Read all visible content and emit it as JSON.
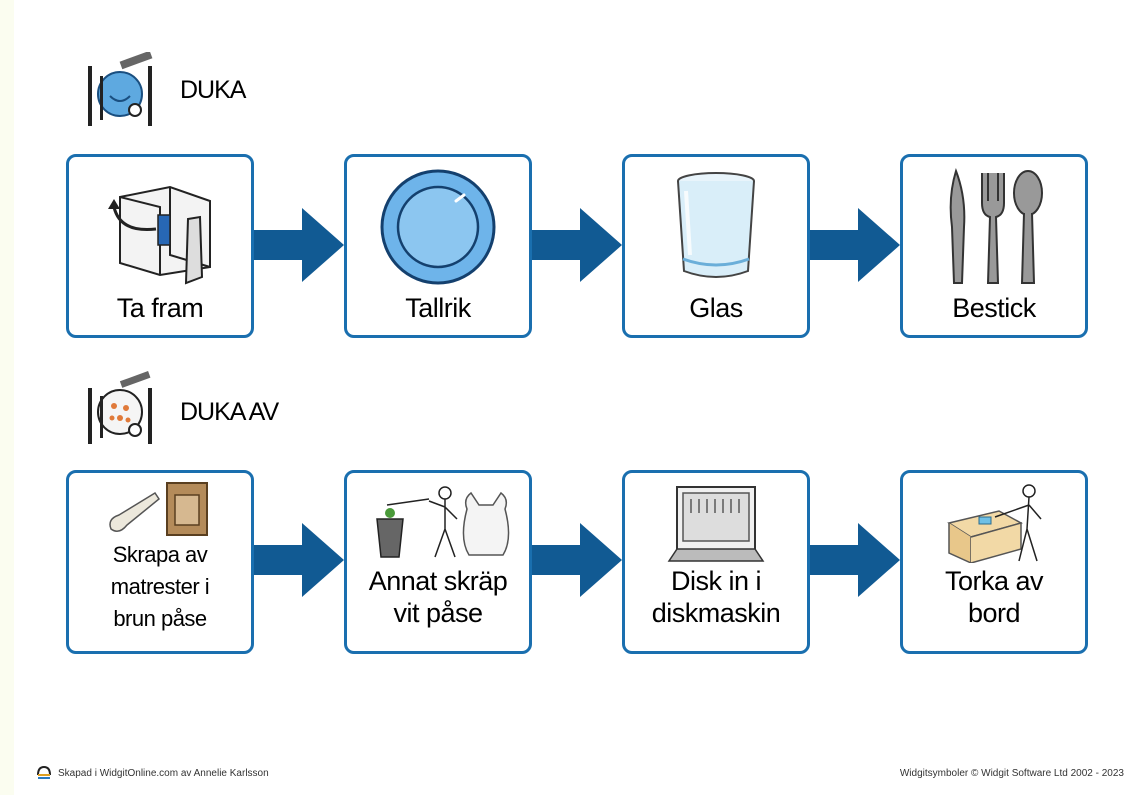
{
  "sections": [
    {
      "title": "DUKA",
      "icon": "set-table-icon",
      "cards": [
        {
          "label": "Ta fram",
          "icon": "cupboard-icon"
        },
        {
          "label": "Tallrik",
          "icon": "plate-icon"
        },
        {
          "label": "Glas",
          "icon": "glass-icon"
        },
        {
          "label": "Bestick",
          "icon": "cutlery-icon"
        }
      ]
    },
    {
      "title": "DUKA AV",
      "icon": "clear-table-icon",
      "cards": [
        {
          "label": "Skrapa av\nmatrester i\nbrun påse",
          "icon": "scrape-food-icon"
        },
        {
          "label": "Annat skräp\nvit påse",
          "icon": "trash-bag-icon"
        },
        {
          "label": "Disk in i\ndiskmaskin",
          "icon": "dishwasher-icon"
        },
        {
          "label": "Torka av\nbord",
          "icon": "wipe-table-icon"
        }
      ]
    }
  ],
  "colors": {
    "card_border": "#1a6faf",
    "arrow": "#115a93"
  },
  "footer": {
    "left": "Skapad i WidgitOnline.com av Annelie Karlsson",
    "right": "Widgitsymboler © Widgit Software Ltd 2002 - 2023"
  }
}
